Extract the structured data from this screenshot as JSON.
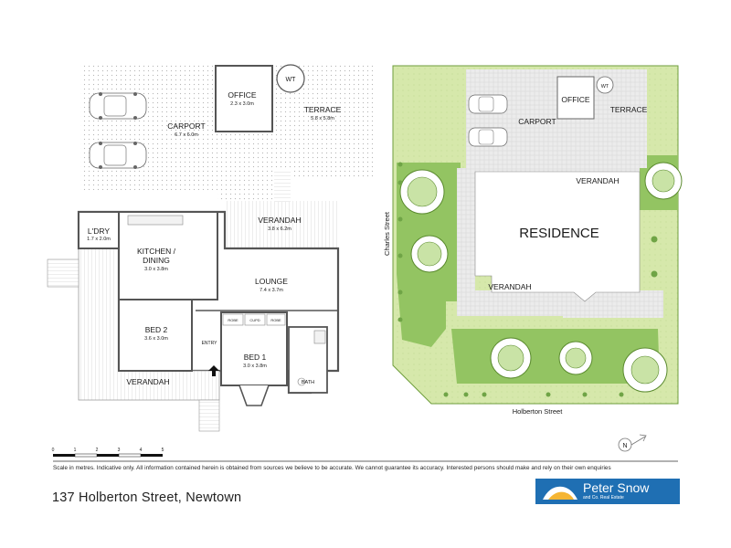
{
  "floor_plan": {
    "rooms": [
      {
        "name": "OFFICE",
        "dims": "2.3 x 3.0m"
      },
      {
        "name": "WT",
        "dims": ""
      },
      {
        "name": "CARPORT",
        "dims": "6.7 x 6.0m"
      },
      {
        "name": "TERRACE",
        "dims": "5.8 x 5.8m"
      },
      {
        "name": "L'DRY",
        "dims": "1.7 x 2.0m"
      },
      {
        "name": "KITCHEN /",
        "dims": ""
      },
      {
        "name": "DINING",
        "dims": "3.0 x 3.8m"
      },
      {
        "name": "VERANDAH",
        "dims": "3.8 x 6.2m"
      },
      {
        "name": "LOUNGE",
        "dims": "7.4 x 3.7m"
      },
      {
        "name": "BED 2",
        "dims": "3.6 x 3.0m"
      },
      {
        "name": "ENTRY",
        "dims": ""
      },
      {
        "name": "BED 1",
        "dims": "3.0 x 3.8m"
      },
      {
        "name": "VERANDAH",
        "dims": ""
      },
      {
        "name": "BATH",
        "dims": ""
      }
    ],
    "cupboards": [
      "ROBE",
      "CUPD",
      "ROBE"
    ]
  },
  "site_plan": {
    "labels": {
      "office": "OFFICE",
      "wt": "WT",
      "carport": "CARPORT",
      "terrace": "TERRACE",
      "verandah_top": "VERANDAH",
      "residence": "RESIDENCE",
      "verandah_bottom": "VERANDAH"
    },
    "streets": {
      "side": "Charles Street",
      "front": "Holberton Street"
    },
    "north_label": "N"
  },
  "scale": {
    "ticks": [
      "0",
      "1",
      "2",
      "3",
      "4",
      "5"
    ]
  },
  "footer": {
    "disclaimer": "Scale in metres. Indicative only. All information contained herein is obtained from sources we believe to be accurate. We cannot guarantee its accuracy. Interested persons should make and rely on their own enquiries",
    "address": "137 Holberton Street, Newtown",
    "logo_name": "Peter Snow",
    "logo_sub": "and Co. Real Estate"
  },
  "colors": {
    "lawn": "#d3e6a6",
    "garden": "#8fc25f",
    "paving": "#e4e4e4",
    "wall": "#555555",
    "brand": "#1f6fb3"
  }
}
